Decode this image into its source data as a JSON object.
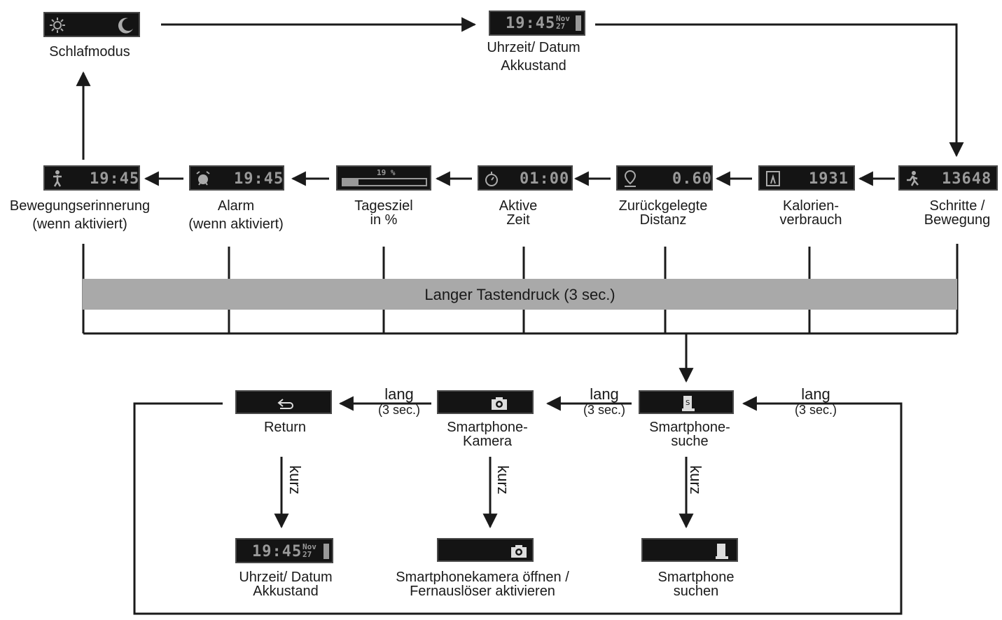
{
  "nodes": {
    "sleep": {
      "label": "Schlafmodus"
    },
    "time_top": {
      "label_line1": "Uhrzeit/ Datum",
      "label_line2": "Akkustand",
      "time": "19:45"
    },
    "steps": {
      "label_line1": "Schritte /",
      "label_line2": "Bewegung",
      "value": "13648"
    },
    "calories": {
      "label_line1": "Kalorien-",
      "label_line2": "verbrauch",
      "value": "1931"
    },
    "distance": {
      "label_line1": "Zurückgelegte",
      "label_line2": "Distanz",
      "value": "0.60"
    },
    "active": {
      "label_line1": "Aktive",
      "label_line2": "Zeit",
      "value": "01:00"
    },
    "goal": {
      "label_line1": "Tagesziel",
      "label_line2": "in %",
      "value": "19 %"
    },
    "alarm": {
      "label_line1": "Alarm",
      "label_line2": "(wenn aktiviert)",
      "value": "19:45"
    },
    "reminder": {
      "label_line1": "Bewegungserinnerung",
      "label_line2": "(wenn aktiviert)",
      "value": "19:45"
    },
    "phone_search": {
      "label_line1": "Smartphone-",
      "label_line2": "suche"
    },
    "phone_camera": {
      "label_line1": "Smartphone-",
      "label_line2": "Kamera"
    },
    "return": {
      "label": "Return"
    },
    "time_bottom": {
      "label_line1": "Uhrzeit/ Datum",
      "label_line2": "Akkustand",
      "time": "19:45"
    },
    "camera_open": {
      "label_line1": "Smartphonekamera öffnen /",
      "label_line2": "Fernauslöser aktivieren"
    },
    "phone_find": {
      "label_line1": "Smartphone",
      "label_line2": "suchen"
    }
  },
  "long_press_bar": {
    "label": "Langer Tastendruck (3 sec.)"
  },
  "edges": {
    "lang": "lang",
    "lang_sub": "(3 sec.)",
    "kurz": "kurz"
  },
  "icons": {
    "sleep": [
      "sun-icon",
      "moon-icon"
    ],
    "steps": "walker-icon",
    "calories": "scale-icon",
    "distance": "location-pin-icon",
    "active": "stopwatch-icon",
    "alarm": "alarm-clock-icon",
    "reminder": "person-icon",
    "phone_search": "phone-search-icon",
    "phone_camera": "camera-icon",
    "return": "return-arrow-icon"
  }
}
